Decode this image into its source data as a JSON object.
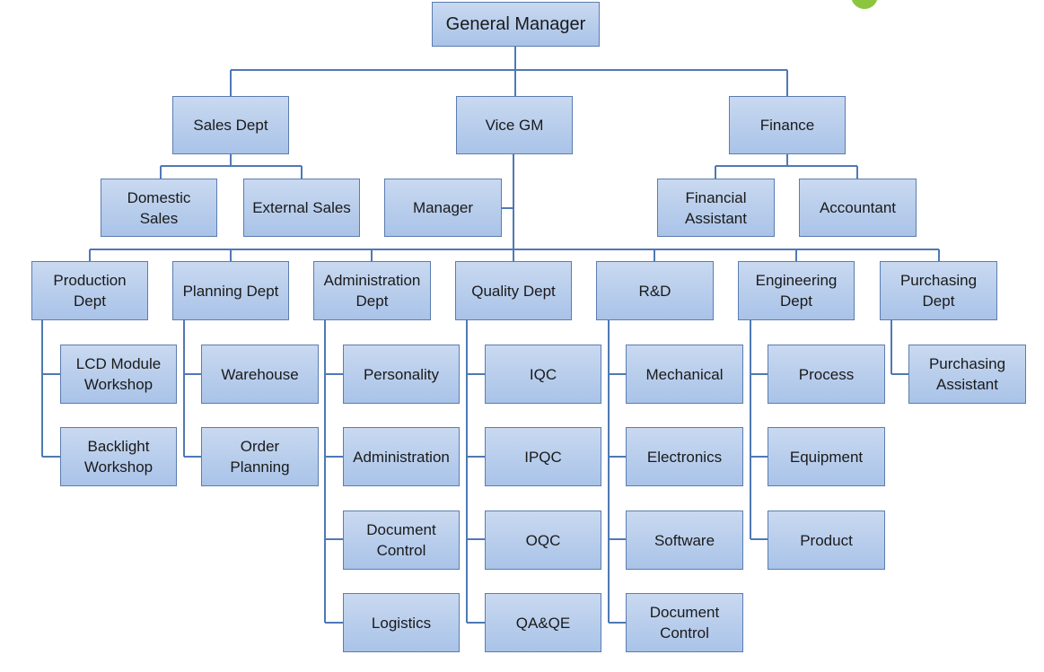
{
  "colors": {
    "box_fill_top": "#c9d9f0",
    "box_fill_bottom": "#a9c3e8",
    "box_border": "#5b7db0",
    "connector": "#4f79b4"
  },
  "org": {
    "gm": "General Manager",
    "sales": "Sales Dept",
    "vice_gm": "Vice GM",
    "finance": "Finance",
    "domestic_sales": "Domestic\nSales",
    "external_sales": "External Sales",
    "manager": "Manager",
    "financial_assistant": "Financial\nAssistant",
    "accountant": "Accountant",
    "production": "Production\nDept",
    "planning": "Planning Dept",
    "administration_dept": "Administration\nDept",
    "quality": "Quality Dept",
    "rnd": "R&D",
    "engineering": "Engineering\nDept",
    "purchasing": "Purchasing\nDept",
    "lcd_module": "LCD Module\nWorkshop",
    "backlight": "Backlight\nWorkshop",
    "warehouse": "Warehouse",
    "order_planning": "Order\nPlanning",
    "personality": "Personality",
    "administration": "Administration",
    "document_control_admin": "Document\nControl",
    "logistics": "Logistics",
    "iqc": "IQC",
    "ipqc": "IPQC",
    "oqc": "OQC",
    "qa_qe": "QA&QE",
    "mechanical": "Mechanical",
    "electronics": "Electronics",
    "software": "Software",
    "document_control_rnd": "Document\nControl",
    "process": "Process",
    "equipment": "Equipment",
    "product": "Product",
    "purchasing_assistant": "Purchasing\nAssistant"
  }
}
